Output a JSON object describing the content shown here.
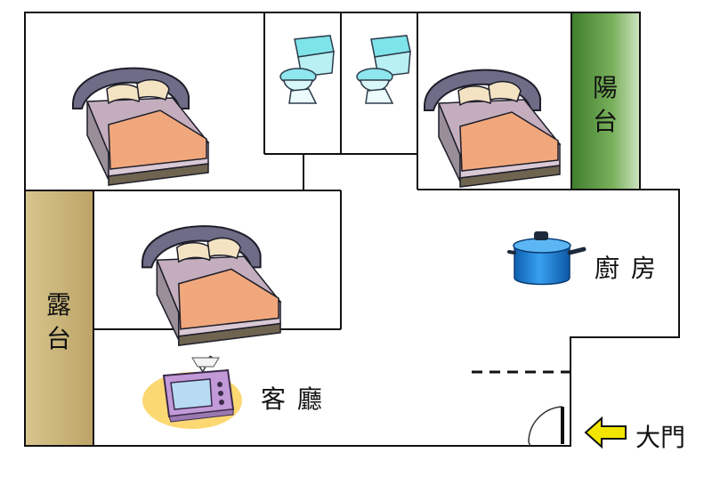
{
  "labels": {
    "balcony": [
      "陽",
      "台"
    ],
    "terrace": [
      "露",
      "台"
    ],
    "kitchen": "廚 房",
    "living_room": "客 廳",
    "main_door": "大門"
  },
  "colors": {
    "wall": "#111111",
    "balcony_green": "#5e9a45",
    "terrace_tan": "#c9b47a",
    "entry_arrow": "#f2e600",
    "pot_blue": "#1e7fd6"
  },
  "icons": {
    "beds": [
      "bed-icon",
      "bed-icon",
      "bed-icon"
    ],
    "toilets": [
      "toilet-icon",
      "toilet-icon"
    ],
    "kitchen": "cooking-pot-icon",
    "living_room": "tv-icon",
    "entrance": "arrow-left-icon"
  }
}
